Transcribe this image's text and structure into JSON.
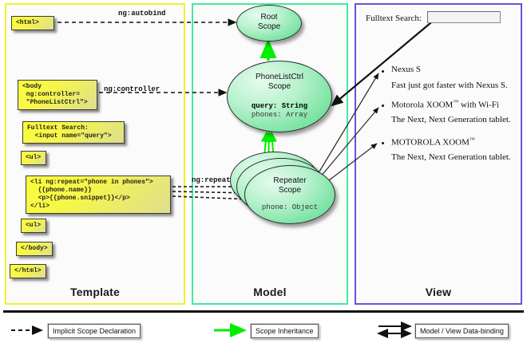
{
  "panels": [
    {
      "id": "template",
      "label": "Template",
      "border_color": "#f2f22e"
    },
    {
      "id": "model",
      "label": "Model",
      "border_color": "#45e8a0"
    },
    {
      "id": "view",
      "label": "View",
      "border_color": "#6b52d8"
    }
  ],
  "template": {
    "boxes": [
      {
        "name": "html-open-tag",
        "text": "<html>"
      },
      {
        "name": "body-controller-tag",
        "text": "<body\n ng:controller=\n \"PhoneListCtrl\">"
      },
      {
        "name": "fulltext-search-tag",
        "text": "Fulltext Search:\n  <input name=\"query\">"
      },
      {
        "name": "ul-open-tag",
        "text": "<ul>"
      },
      {
        "name": "li-repeat-tag",
        "text": "<li ng:repeat=\"phone in phones\">\n  {{phone.name}}\n  <p>{{phone.snippet}}</p>\n</li>"
      },
      {
        "name": "ul-close-tag",
        "text": "<ul>"
      },
      {
        "name": "body-close-tag",
        "text": "</body>"
      },
      {
        "name": "html-close-tag",
        "text": "</html>"
      }
    ]
  },
  "model": {
    "scopes": [
      {
        "name": "root-scope",
        "title_line1": "Root",
        "title_line2": "Scope",
        "props": []
      },
      {
        "name": "phonelistctrl-scope",
        "title_line1": "PhoneListCtrl",
        "title_line2": "Scope",
        "props": [
          {
            "text": "query: String",
            "bold": true
          },
          {
            "text": "phones: Array",
            "bold": false
          }
        ]
      },
      {
        "name": "repeater-scope",
        "title_line1": "Repeater",
        "title_line2": "Scope",
        "props": [
          {
            "text": "phone: Object",
            "bold": false
          }
        ]
      }
    ]
  },
  "view": {
    "search_label": "Fulltext Search:",
    "search_value": "",
    "search_placeholder": "",
    "items": [
      {
        "name": "Nexus S",
        "tm": false,
        "snippet": "Fast just got faster with Nexus S."
      },
      {
        "name": "Motorola XOOM",
        "tm": true,
        "tm_suffix": " with Wi-Fi",
        "snippet": "The Next, Next Generation tablet."
      },
      {
        "name": "MOTOROLA XOOM",
        "tm": true,
        "tm_suffix": "",
        "snippet": "The Next, Next Generation tablet."
      }
    ]
  },
  "edges": [
    {
      "name": "ng-autobind-label",
      "label": "ng:autobind"
    },
    {
      "name": "ng-controller-label",
      "label": "ng:controller"
    },
    {
      "name": "ng-repeat-label",
      "label": "ng:repeat"
    }
  ],
  "legend": {
    "items": [
      {
        "name": "implicit-scope-declaration",
        "label": "Implicit Scope Declaration",
        "style": "dashed-black"
      },
      {
        "name": "scope-inheritance",
        "label": "Scope Inheritance",
        "style": "solid-green"
      },
      {
        "name": "model-view-data-binding",
        "label": "Model / View Data-binding",
        "style": "double-black"
      }
    ]
  },
  "colors": {
    "template_border": "#f2f22e",
    "model_border": "#45e8a0",
    "view_border": "#6b52d8",
    "scope_fill": "#7ee5a6",
    "code_fill": "#f6f64a",
    "inheritance_arrow": "#00ee00"
  }
}
